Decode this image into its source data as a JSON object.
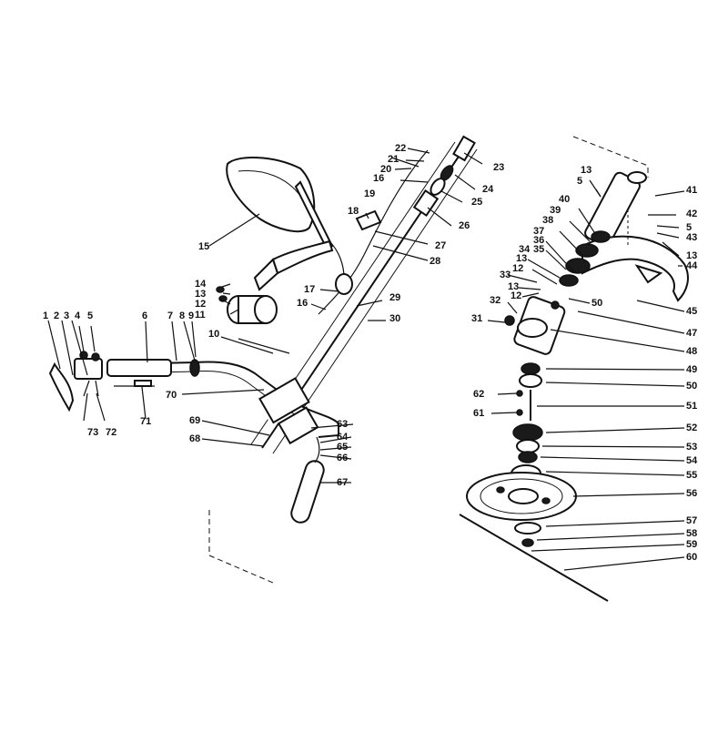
{
  "diagram": {
    "callouts": [
      {
        "id": "c1",
        "label": "1"
      },
      {
        "id": "c2",
        "label": "2"
      },
      {
        "id": "c3",
        "label": "3"
      },
      {
        "id": "c4",
        "label": "4"
      },
      {
        "id": "c5a",
        "label": "5"
      },
      {
        "id": "c6",
        "label": "6"
      },
      {
        "id": "c7",
        "label": "7"
      },
      {
        "id": "c8",
        "label": "8"
      },
      {
        "id": "c9",
        "label": "9"
      },
      {
        "id": "c10",
        "label": "10"
      },
      {
        "id": "c11",
        "label": "11"
      },
      {
        "id": "c12a",
        "label": "12"
      },
      {
        "id": "c13a",
        "label": "13"
      },
      {
        "id": "c14",
        "label": "14"
      },
      {
        "id": "c15",
        "label": "15"
      },
      {
        "id": "c16a",
        "label": "16"
      },
      {
        "id": "c16b",
        "label": "16"
      },
      {
        "id": "c17",
        "label": "17"
      },
      {
        "id": "c18",
        "label": "18"
      },
      {
        "id": "c19",
        "label": "19"
      },
      {
        "id": "c20",
        "label": "20"
      },
      {
        "id": "c21",
        "label": "21"
      },
      {
        "id": "c22",
        "label": "22"
      },
      {
        "id": "c23",
        "label": "23"
      },
      {
        "id": "c24",
        "label": "24"
      },
      {
        "id": "c25",
        "label": "25"
      },
      {
        "id": "c26",
        "label": "26"
      },
      {
        "id": "c27",
        "label": "27"
      },
      {
        "id": "c28",
        "label": "28"
      },
      {
        "id": "c29",
        "label": "29"
      },
      {
        "id": "c30",
        "label": "30"
      },
      {
        "id": "c31",
        "label": "31"
      },
      {
        "id": "c32",
        "label": "32"
      },
      {
        "id": "c33",
        "label": "33"
      },
      {
        "id": "c13b",
        "label": "13"
      },
      {
        "id": "c12b",
        "label": "12"
      },
      {
        "id": "c13c",
        "label": "13"
      },
      {
        "id": "c12c",
        "label": "12"
      },
      {
        "id": "c34",
        "label": "34"
      },
      {
        "id": "c35",
        "label": "35"
      },
      {
        "id": "c36",
        "label": "36"
      },
      {
        "id": "c37",
        "label": "37"
      },
      {
        "id": "c38",
        "label": "38"
      },
      {
        "id": "c39",
        "label": "39"
      },
      {
        "id": "c40",
        "label": "40"
      },
      {
        "id": "c13d",
        "label": "13"
      },
      {
        "id": "c5b",
        "label": "5"
      },
      {
        "id": "c41",
        "label": "41"
      },
      {
        "id": "c42",
        "label": "42"
      },
      {
        "id": "c5c",
        "label": "5"
      },
      {
        "id": "c43",
        "label": "43"
      },
      {
        "id": "c13e",
        "label": "13"
      },
      {
        "id": "c44",
        "label": "44"
      },
      {
        "id": "c45",
        "label": "45"
      },
      {
        "id": "c47",
        "label": "47"
      },
      {
        "id": "c48",
        "label": "48"
      },
      {
        "id": "c49",
        "label": "49"
      },
      {
        "id": "c50a",
        "label": "50"
      },
      {
        "id": "c50b",
        "label": "50"
      },
      {
        "id": "c51",
        "label": "51"
      },
      {
        "id": "c52",
        "label": "52"
      },
      {
        "id": "c53",
        "label": "53"
      },
      {
        "id": "c54",
        "label": "54"
      },
      {
        "id": "c55",
        "label": "55"
      },
      {
        "id": "c56",
        "label": "56"
      },
      {
        "id": "c57",
        "label": "57"
      },
      {
        "id": "c58",
        "label": "58"
      },
      {
        "id": "c59",
        "label": "59"
      },
      {
        "id": "c60",
        "label": "60"
      },
      {
        "id": "c61",
        "label": "61"
      },
      {
        "id": "c62",
        "label": "62"
      },
      {
        "id": "c63",
        "label": "63"
      },
      {
        "id": "c64",
        "label": "64"
      },
      {
        "id": "c65",
        "label": "65"
      },
      {
        "id": "c66",
        "label": "66"
      },
      {
        "id": "c67",
        "label": "67"
      },
      {
        "id": "c68",
        "label": "68"
      },
      {
        "id": "c69",
        "label": "69"
      },
      {
        "id": "c70",
        "label": "70"
      },
      {
        "id": "c71",
        "label": "71"
      },
      {
        "id": "c72",
        "label": "72"
      },
      {
        "id": "c73",
        "label": "73"
      }
    ]
  }
}
